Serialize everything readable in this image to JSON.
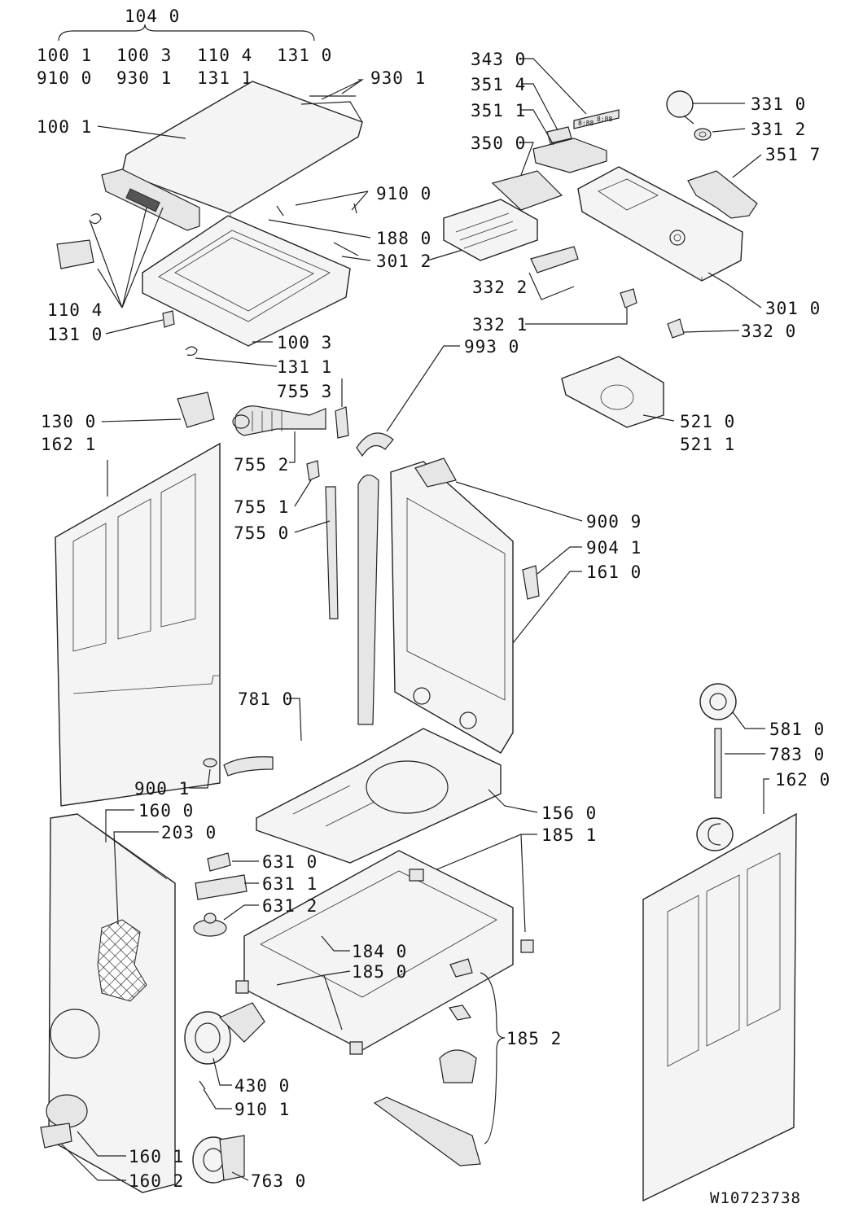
{
  "drawing_code": "W10723738",
  "group_label": "104 0",
  "group_members": [
    "100 1",
    "100 3",
    "110 4",
    "131 0",
    "910 0",
    "930 1",
    "131 1"
  ],
  "labels": {
    "l_1001a": "100 1",
    "l_1003a": "100 3",
    "l_1104a": "110 4",
    "l_1310a": "131 0",
    "l_9100a": "910 0",
    "l_9301a": "930 1",
    "l_1311a": "131 1",
    "l_9301": "930 1",
    "l_1001": "100 1",
    "l_9100": "910 0",
    "l_1880": "188 0",
    "l_3012": "301 2",
    "l_1104": "110 4",
    "l_1310": "131 0",
    "l_1003": "100 3",
    "l_1311": "131 1",
    "l_7553": "755 3",
    "l_1300": "130 0",
    "l_1621": "162 1",
    "l_7552": "755 2",
    "l_7551": "755 1",
    "l_7550": "755 0",
    "l_3430": "343 0",
    "l_3514": "351 4",
    "l_3511": "351 1",
    "l_3500": "350 0",
    "l_3310": "331 0",
    "l_3312": "331 2",
    "l_3517": "351 7",
    "l_3322": "332 2",
    "l_3321": "332 1",
    "l_3010": "301 0",
    "l_3320": "332 0",
    "l_9930": "993 0",
    "l_5210": "521 0",
    "l_5211": "521 1",
    "l_9009": "900 9",
    "l_9041": "904 1",
    "l_1610": "161 0",
    "l_7810": "781 0",
    "l_9001": "900 1",
    "l_1600": "160 0",
    "l_2030": "203 0",
    "l_1560": "156 0",
    "l_1851": "185 1",
    "l_5810": "581 0",
    "l_7830": "783 0",
    "l_1620": "162 0",
    "l_6310": "631 0",
    "l_6311": "631 1",
    "l_6312": "631 2",
    "l_1840": "184 0",
    "l_1850": "185 0",
    "l_4300": "430 0",
    "l_9101": "910 1",
    "l_1852": "185 2",
    "l_1601": "160 1",
    "l_1602": "160 2",
    "l_7630": "763 0"
  },
  "display_text": {
    "d1": "8:88",
    "d2": "8:88"
  }
}
